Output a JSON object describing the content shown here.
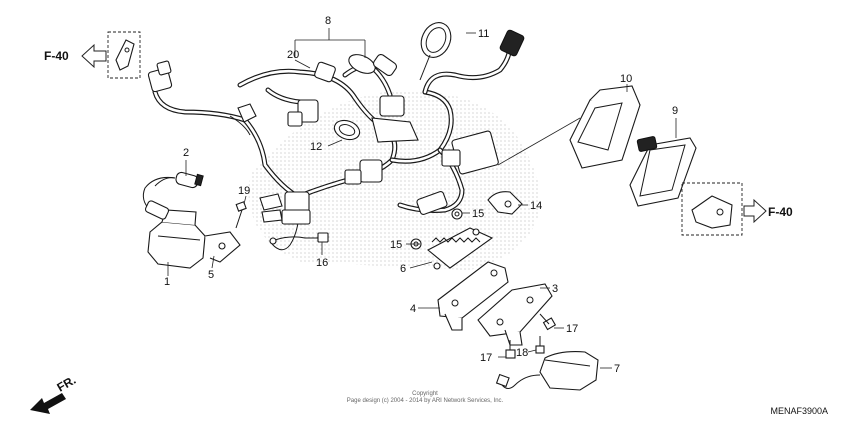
{
  "diagram_code": "MENAF3900A",
  "copyright": {
    "line1": "Copyright",
    "line2": "Page design (c) 2004 - 2014 by ARI Network Services, Inc."
  },
  "direction": {
    "label": "FR."
  },
  "references": [
    {
      "label": "F-40"
    },
    {
      "label": "F-40"
    }
  ],
  "callouts": [
    "1",
    "2",
    "3",
    "4",
    "5",
    "6",
    "7",
    "8",
    "9",
    "10",
    "11",
    "12",
    "14",
    "15",
    "15",
    "16",
    "17",
    "17",
    "18",
    "19",
    "20"
  ]
}
